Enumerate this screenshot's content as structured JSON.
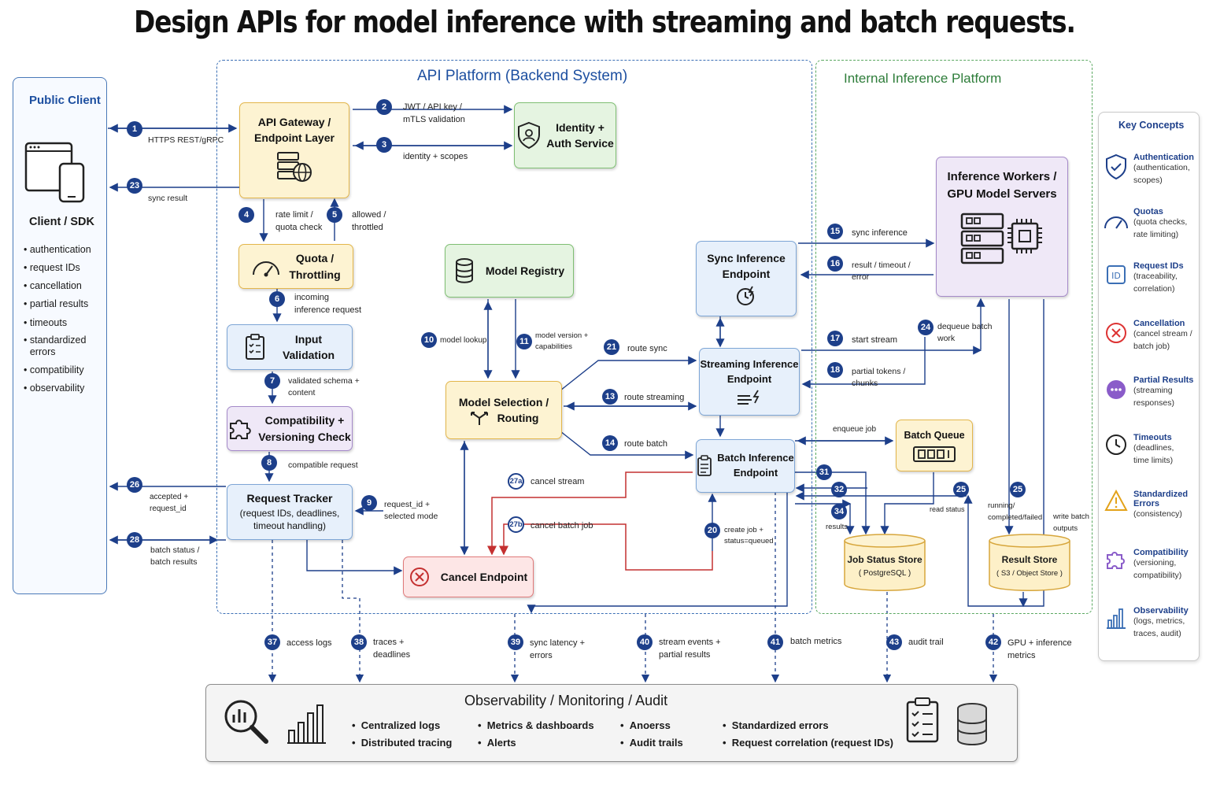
{
  "title": "Design APIs for model inference with streaming and batch requests.",
  "regions": {
    "api_platform": "API Platform (Backend System)",
    "internal_inference": "Internal Inference Platform"
  },
  "client": {
    "panel_title": "Public Client",
    "name": "Client / SDK",
    "features": [
      "authentication",
      "request IDs",
      "cancellation",
      "partial results",
      "timeouts",
      "standardized errors",
      "compatibility",
      "observability"
    ]
  },
  "boxes": {
    "gateway": [
      "API Gateway /",
      "Endpoint Layer"
    ],
    "identity": [
      "Identity +",
      "Auth Service"
    ],
    "quota": [
      "Quota /",
      "Throttling"
    ],
    "input_validation": [
      "Input",
      "Validation"
    ],
    "compat": [
      "Compatibility +",
      "Versioning Check"
    ],
    "tracker": [
      "Request Tracker",
      "(request IDs, deadlines,",
      "timeout handling)"
    ],
    "cancel": "Cancel Endpoint",
    "model_registry": "Model Registry",
    "routing": [
      "Model Selection /",
      "Routing"
    ],
    "sync": [
      "Sync Inference",
      "Endpoint"
    ],
    "streaming": [
      "Streaming Inference",
      "Endpoint"
    ],
    "batch": [
      "Batch Inference",
      "Endpoint"
    ],
    "workers": [
      "Inference Workers /",
      "GPU Model Servers"
    ],
    "batch_queue": "Batch Queue",
    "job_store": [
      "Job Status Store",
      "( PostgreSQL )"
    ],
    "result_store": [
      "Result Store",
      "( S3 / Object Store )"
    ]
  },
  "steps": [
    {
      "n": "1",
      "text": "HTTPS REST/gRPC"
    },
    {
      "n": "2",
      "text": "JWT / API key /\nmTLS validation"
    },
    {
      "n": "3",
      "text": "identity + scopes"
    },
    {
      "n": "4",
      "text": "rate limit /\nquota check"
    },
    {
      "n": "5",
      "text": "allowed /\nthrottled"
    },
    {
      "n": "6",
      "text": "incoming\ninference request"
    },
    {
      "n": "7",
      "text": "validated schema +\ncontent"
    },
    {
      "n": "8",
      "text": "compatible request"
    },
    {
      "n": "9",
      "text": "request_id +\nselected mode"
    },
    {
      "n": "10",
      "text": "model lookup"
    },
    {
      "n": "11",
      "text": "model version +\ncapabilities"
    },
    {
      "n": "21",
      "text": "route sync"
    },
    {
      "n": "13",
      "text": "route streaming"
    },
    {
      "n": "14",
      "text": "route batch"
    },
    {
      "n": "15",
      "text": "sync inference"
    },
    {
      "n": "16",
      "text": "result / timeout /\nerror"
    },
    {
      "n": "17",
      "text": "start stream"
    },
    {
      "n": "18",
      "text": "partial tokens /\nchunks"
    },
    {
      "n": "24",
      "text": "dequeue batch\nwork"
    },
    {
      "n": "20",
      "text": "create job +\nstatus=queued"
    },
    {
      "n": "23",
      "text": "sync result"
    },
    {
      "n": "26",
      "text": "accepted +\nrequest_id"
    },
    {
      "n": "28",
      "text": "batch status /\nbatch results"
    },
    {
      "n": "27a",
      "text": "cancel stream"
    },
    {
      "n": "27b",
      "text": "cancel batch job"
    },
    {
      "n": "31",
      "text": ""
    },
    {
      "n": "32",
      "text": ""
    },
    {
      "n": "34",
      "text": "results"
    },
    {
      "n": "25",
      "text": "read status"
    },
    {
      "n": "25",
      "text": "running/\ncompleted/failed"
    },
    {
      "n": "",
      "text": "write batch\noutputs"
    },
    {
      "n": "",
      "text": "enqueue job"
    }
  ],
  "obs_steps": [
    {
      "n": "37",
      "text": "access logs"
    },
    {
      "n": "38",
      "text": "traces +\ndeadlines"
    },
    {
      "n": "39",
      "text": "sync latency +\nerrors"
    },
    {
      "n": "40",
      "text": "stream events +\npartial results"
    },
    {
      "n": "41",
      "text": "batch metrics"
    },
    {
      "n": "43",
      "text": "audit trail"
    },
    {
      "n": "42",
      "text": "GPU + inference\nmetrics"
    }
  ],
  "observability": {
    "title": "Observability / Monitoring / Audit",
    "col1": [
      "Centralized logs",
      "Distributed tracing"
    ],
    "col2": [
      "Metrics & dashboards",
      "Alerts"
    ],
    "col3": [
      "Anoerss",
      "Audit trails"
    ],
    "col4": [
      "Standardized errors",
      "Request correlation (request IDs)"
    ]
  },
  "key_concepts": {
    "title": "Key Concepts",
    "items": [
      {
        "icon": "shield-check-icon",
        "title": "Authentication",
        "desc": "(authentication,\nscopes)"
      },
      {
        "icon": "gauge-icon",
        "title": "Quotas",
        "desc": "(quota checks,\nrate limiting)"
      },
      {
        "icon": "id-icon",
        "title": "Request IDs",
        "desc": "(traceability,\ncorrelation)"
      },
      {
        "icon": "cancel-icon",
        "title": "Cancellation",
        "desc": "(cancel stream /\nbatch job)"
      },
      {
        "icon": "dots-icon",
        "title": "Partial Results",
        "desc": "(streaming\nresponses)"
      },
      {
        "icon": "clock-icon",
        "title": "Timeouts",
        "desc": "(deadlines,\ntime limits)"
      },
      {
        "icon": "warning-icon",
        "title": "Standardized\nErrors",
        "desc": "(consistency)"
      },
      {
        "icon": "puzzle-icon",
        "title": "Compatibility",
        "desc": "(versioning,\ncompatibility)"
      },
      {
        "icon": "bar-chart-icon",
        "title": "Observability",
        "desc": "(logs, metrics,\ntraces, audit)"
      }
    ]
  },
  "colors": {
    "navy": "#1d3f8a",
    "red_arrow": "#c43030",
    "green_title": "#2e7d3a",
    "blue_title": "#1d4fa0"
  }
}
